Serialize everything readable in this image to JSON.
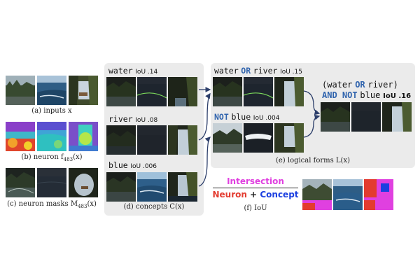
{
  "captions": {
    "a": "(a) inputs x",
    "b": "(b) neuron f",
    "b_sub": "483",
    "b_tail": "(x)",
    "c": "(c) neuron masks M",
    "c_sub": "483",
    "c_tail": "(x)",
    "d": "(d) concepts C(x)",
    "e": "(e) logical forms L(x)",
    "f": "(f) IoU"
  },
  "concepts": {
    "water": {
      "word": "water",
      "iou": "IoU .14"
    },
    "river": {
      "word": "river",
      "iou": "IoU .08"
    },
    "blue": {
      "word": "blue",
      "iou": "IoU .006"
    }
  },
  "forms": {
    "or_a": "water",
    "or_op": "OR",
    "or_b": "river",
    "or_iou": "IoU .15",
    "not_op": "NOT",
    "not_b": "blue",
    "not_iou": "IoU .004",
    "final_open": "(water",
    "final_op": "OR",
    "final_close": "river)",
    "final_and": "AND NOT",
    "final_b": "blue",
    "final_iou": "IoU .16"
  },
  "iou_formula": {
    "numerator": "Intersection",
    "neuron": "Neuron",
    "plus": "+",
    "concept": "Concept"
  },
  "colors": {
    "keyword": "#2f63ad",
    "intersection": "#e040e0",
    "neuron": "#e33b2f",
    "concept": "#1b3fe0",
    "panel": "#ebebeb"
  }
}
